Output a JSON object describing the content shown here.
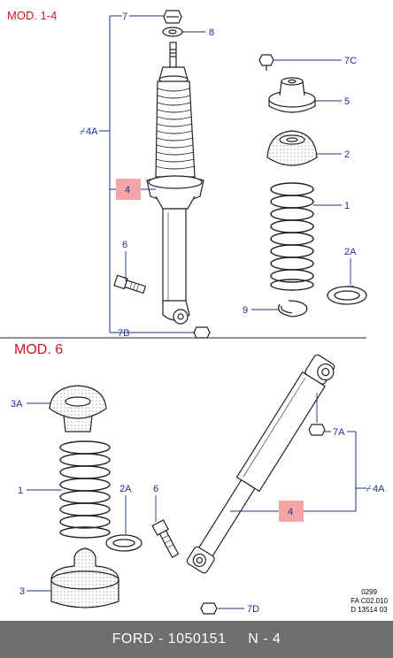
{
  "sections": {
    "mod_1_4": "MOD. 1-4",
    "mod_6": "MOD. 6"
  },
  "callouts": {
    "c7": "7",
    "c8": "8",
    "c7C": "7C",
    "c5": "5",
    "c4A_top": "4A",
    "c4_top": "4",
    "c2": "2",
    "c1_top": "1",
    "c6_top": "6",
    "c2A_top": "2A",
    "c9": "9",
    "c7B": "7B",
    "c3A": "3A",
    "c1_bottom": "1",
    "c2A_bottom": "2A",
    "c6_bottom": "6",
    "c7A": "7A",
    "c4A_bottom": "4A",
    "c4_bottom": "4",
    "c3": "3",
    "c7D": "7D"
  },
  "reference": {
    "line1": "0299",
    "line2": "FA C02.010",
    "line3": "D 13514 03"
  },
  "footer": {
    "text": "FORD - 1050151     N - 4"
  },
  "colors": {
    "callout_blue": "#1c2f8c",
    "mod_red": "#d2141e",
    "highlight_pink": "#f4a5a5",
    "footer_gray": "#6e6e6e"
  }
}
